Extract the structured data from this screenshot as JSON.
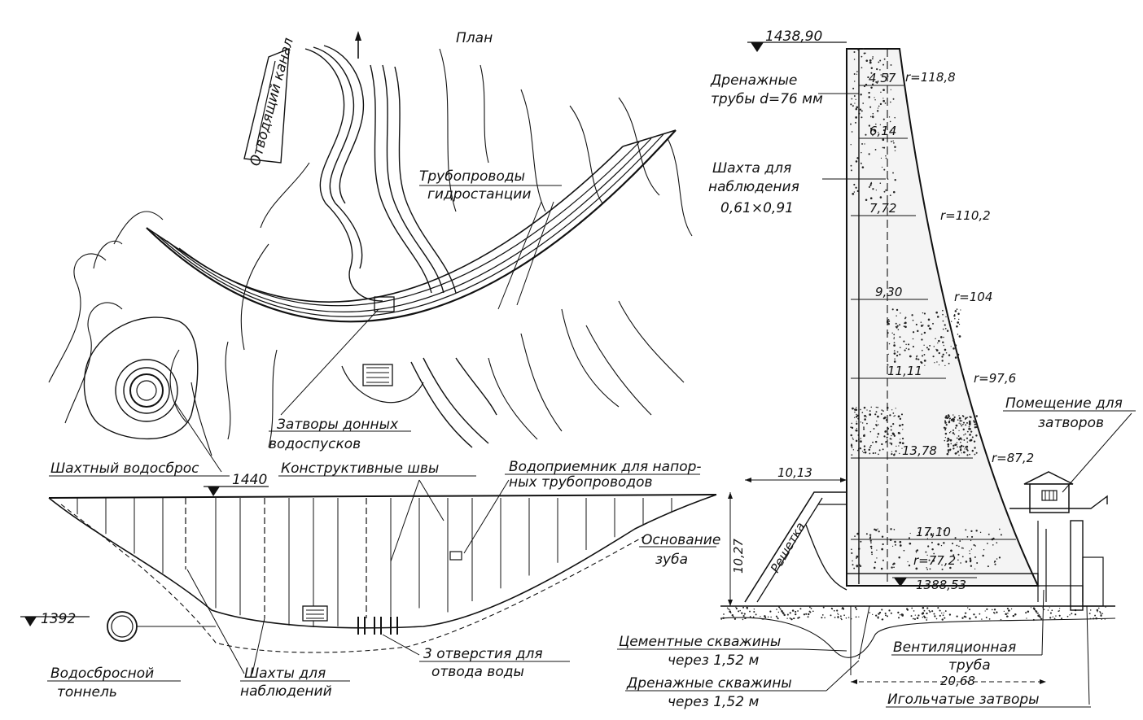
{
  "plan": {
    "title": "План",
    "outlet_channel": "Отводящий канал",
    "penstocks": "Трубопроводы гидростанции",
    "bottom_gates": [
      "Затворы донных",
      "водоспусков"
    ],
    "shaft_spillway": "Шахтный водосброс"
  },
  "elevation": {
    "crest_level": "1440",
    "construction_joints": "Конструктивные швы",
    "intake": [
      "Водоприемник для напор-",
      "ных трубопроводов"
    ],
    "tooth_base": [
      "Основание",
      "зуба"
    ],
    "spillway_tunnel_level": "1392",
    "spillway_tunnel": [
      "Водосбросной",
      "тоннель"
    ],
    "observation_shafts": [
      "Шахты для",
      "наблюдений"
    ],
    "outlets": [
      "3 отверстия для",
      "отвода воды"
    ]
  },
  "section": {
    "crest_level": "1438,90",
    "drain_pipes": [
      "Дренажные",
      "трубы d=76 мм"
    ],
    "inspection_shaft": [
      "Шахта для",
      "наблюдения",
      "0,61×0,91"
    ],
    "widths": [
      "4,57",
      "6,14",
      "7,72",
      "9,30",
      "11,11",
      "13,78",
      "17,10"
    ],
    "radii": [
      "r=118,8",
      "r=110,2",
      "r=104",
      "r=97,6",
      "r=87,2",
      "r=77,2"
    ],
    "gate_house": [
      "Помещение для",
      "затворов"
    ],
    "rack": "Решетка",
    "rack_width": "10,13",
    "rack_height": "10,27",
    "base_level": "1388,53",
    "grout_holes": [
      "Цементные скважины",
      "через 1,52 м"
    ],
    "drain_holes": [
      "Дренажные скважины",
      "через 1,52 м"
    ],
    "vent_pipe": [
      "Вентиляционная",
      "труба"
    ],
    "base_width": "20,68",
    "needle_gates": "Игольчатые затворы"
  }
}
